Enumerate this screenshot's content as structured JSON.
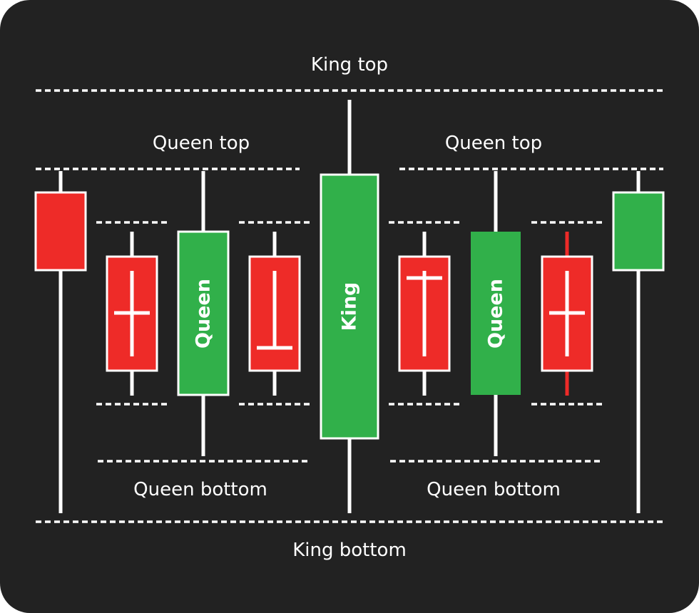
{
  "labels": {
    "king_top": "King top",
    "king_bottom": "King bottom",
    "queen_top_left": "Queen top",
    "queen_top_right": "Queen top",
    "queen_bottom_left": "Queen bottom",
    "queen_bottom_right": "Queen bottom",
    "queen_body_left": "Queen",
    "king_body": "King",
    "queen_body_right": "Queen"
  },
  "colors": {
    "panel": "#222222",
    "green": "#31b04a",
    "red": "#ee2b28",
    "line": "#ffffff",
    "text": "#ffffff"
  }
}
